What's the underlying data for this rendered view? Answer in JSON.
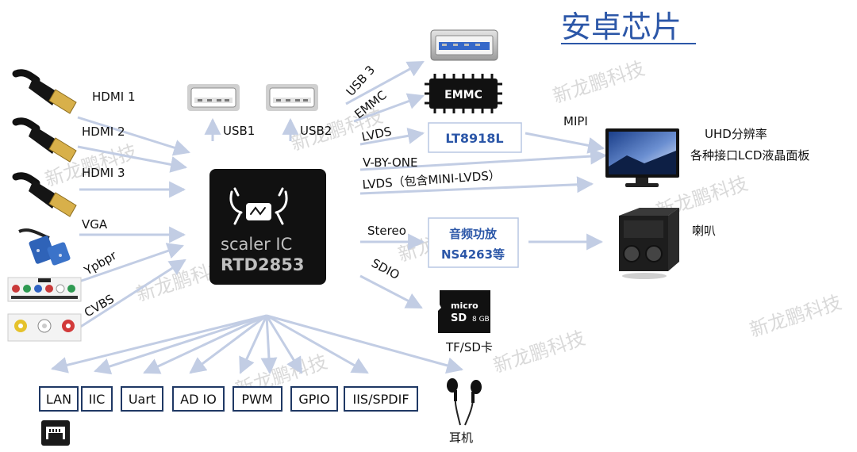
{
  "title": "安卓芯片",
  "watermark": "新龙鹏科技",
  "colors": {
    "arrow": "#c2cde4",
    "title": "#2c57a8",
    "chip_text": "#2c57a8",
    "box_border": "#1f3864",
    "chip_bg": "#111111"
  },
  "inputs": {
    "hdmi1": "HDMI 1",
    "hdmi2": "HDMI 2",
    "hdmi3": "HDMI 3",
    "vga": "VGA",
    "ypbpr": "Ypbpr",
    "cvbs": "CVBS"
  },
  "usb": {
    "usb1": "USB1",
    "usb2": "USB2"
  },
  "chip": {
    "line1": "scaler IC",
    "line2": "RTD2853"
  },
  "outputs": {
    "usb3": "USB 3",
    "emmc": "EMMC",
    "lvds": "LVDS",
    "vbyone": "V-BY-ONE",
    "lvds_mini": "LVDS（包含MINI-LVDS）",
    "stereo": "Stereo",
    "sdio": "SDIO",
    "mipi": "MIPI"
  },
  "emmc_chip": "EMMC",
  "lt_chip": "LT8918L",
  "amp": {
    "line1": "音频功放",
    "line2": "NS4263等"
  },
  "display": {
    "line1": "UHD分辨率",
    "line2": "各种接口LCD液晶面板"
  },
  "speaker": "喇叭",
  "tfcard": {
    "label": "TF/SD卡",
    "card_line1": "micro",
    "card_line2": "SD",
    "card_line3": "8 GB"
  },
  "bottom": [
    "LAN",
    "IIC",
    "Uart",
    "AD IO",
    "PWM",
    "GPIO",
    "IIS/SPDIF"
  ],
  "earphone": "耳机",
  "icons": [
    "hdmi-cable-icon",
    "vga-cable-icon",
    "ypbpr-jack-icon",
    "cvbs-jack-icon",
    "usb-a-port-icon",
    "usb3-port-icon",
    "chip-logo-icon",
    "monitor-icon",
    "speaker-icon",
    "microsd-card-icon",
    "earphones-icon",
    "ethernet-port-icon"
  ]
}
